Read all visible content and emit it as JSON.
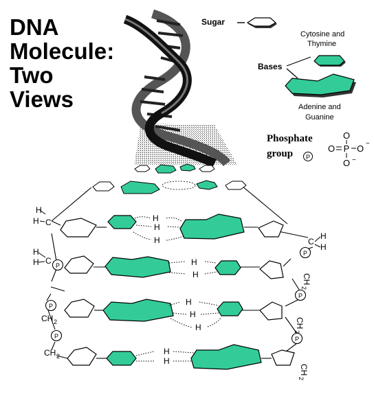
{
  "title": {
    "line1": "DNA",
    "line2": "Molecule:",
    "line3": "Two",
    "line4": "Views"
  },
  "legend": {
    "sugar": "Sugar",
    "bases": "Bases",
    "cytosine_thymine_1": "Cytosine and",
    "cytosine_thymine_2": "Thymine",
    "adenine_guanine_1": "Adenine and",
    "adenine_guanine_2": "Guanine",
    "phosphate_1": "Phosphate",
    "phosphate_2": "group",
    "phosphate_symbol": "P"
  },
  "chem": {
    "h": "H",
    "c": "C",
    "ch2": "CH",
    "sub2": "2",
    "o": "O",
    "p": "P"
  },
  "colors": {
    "base_fill": "#33cc99",
    "outline": "#000000",
    "shadow": "#333333"
  }
}
